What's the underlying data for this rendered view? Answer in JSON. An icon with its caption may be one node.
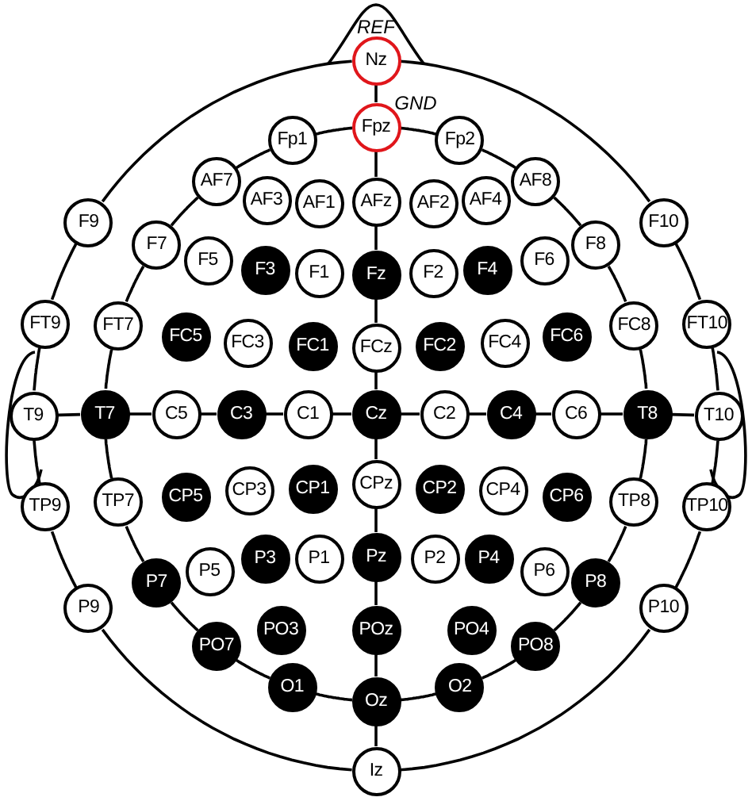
{
  "diagram": {
    "nodes": [
      {
        "text": [
          "Nz"
        ],
        "beside": [
          "REF"
        ]
      },
      {
        "text": [
          "Fpz"
        ],
        "beside": [
          "GND"
        ]
      },
      {
        "text": [
          "Fp1"
        ]
      },
      {
        "text": [
          "Fp2"
        ]
      },
      {
        "text": [
          "AF7"
        ]
      },
      {
        "text": [
          "AF3"
        ]
      },
      {
        "text": [
          "AF1"
        ]
      },
      {
        "text": [
          "AFz"
        ]
      },
      {
        "text": [
          "AF2"
        ]
      },
      {
        "text": [
          "AF4"
        ]
      },
      {
        "text": [
          "AF8"
        ]
      },
      {
        "text": [
          "F9"
        ]
      },
      {
        "text": [
          "F10"
        ]
      },
      {
        "text": [
          "F7"
        ]
      },
      {
        "text": [
          "F5"
        ]
      },
      {
        "text": [
          "F3"
        ]
      },
      {
        "text": [
          "F1"
        ]
      },
      {
        "text": [
          "Fz"
        ]
      },
      {
        "text": [
          "F2"
        ]
      },
      {
        "text": [
          "F4"
        ]
      },
      {
        "text": [
          "F6"
        ]
      },
      {
        "text": [
          "F8"
        ]
      },
      {
        "text": [
          "FT9"
        ]
      },
      {
        "text": [
          "FT7"
        ]
      },
      {
        "text": [
          "FC5"
        ]
      },
      {
        "text": [
          "FC3"
        ]
      },
      {
        "text": [
          "FC1"
        ]
      },
      {
        "text": [
          "FCz"
        ]
      },
      {
        "text": [
          "FC2"
        ]
      },
      {
        "text": [
          "FC4"
        ]
      },
      {
        "text": [
          "FC6"
        ]
      },
      {
        "text": [
          "FC8"
        ]
      },
      {
        "text": [
          "FT10"
        ]
      },
      {
        "text": [
          "T9"
        ]
      },
      {
        "text": [
          "T7"
        ]
      },
      {
        "text": [
          "C5"
        ]
      },
      {
        "text": [
          "C3"
        ]
      },
      {
        "text": [
          "C1"
        ]
      },
      {
        "text": [
          "Cz"
        ]
      },
      {
        "text": [
          "C2"
        ]
      },
      {
        "text": [
          "C4"
        ]
      },
      {
        "text": [
          "C6"
        ]
      },
      {
        "text": [
          "T8"
        ]
      },
      {
        "text": [
          "T10"
        ]
      },
      {
        "text": [
          "TP9"
        ]
      },
      {
        "text": [
          "TP7"
        ]
      },
      {
        "text": [
          "CP5"
        ]
      },
      {
        "text": [
          "CP3"
        ]
      },
      {
        "text": [
          "CP1"
        ]
      },
      {
        "text": [
          "CPz"
        ]
      },
      {
        "text": [
          "CP2"
        ]
      },
      {
        "text": [
          "CP4"
        ]
      },
      {
        "text": [
          "CP6"
        ]
      },
      {
        "text": [
          "TP8"
        ]
      },
      {
        "text": [
          "TP10"
        ]
      },
      {
        "text": [
          "P9"
        ]
      },
      {
        "text": [
          "P7"
        ]
      },
      {
        "text": [
          "P5"
        ]
      },
      {
        "text": [
          "P3"
        ]
      },
      {
        "text": [
          "P1"
        ]
      },
      {
        "text": [
          "Pz"
        ]
      },
      {
        "text": [
          "P2"
        ]
      },
      {
        "text": [
          "P4"
        ]
      },
      {
        "text": [
          "P6"
        ]
      },
      {
        "text": [
          "P8"
        ]
      },
      {
        "text": [
          "P10"
        ]
      },
      {
        "text": [
          "PO7"
        ]
      },
      {
        "text": [
          "PO3"
        ]
      },
      {
        "text": [
          "POz"
        ]
      },
      {
        "text": [
          "PO4"
        ]
      },
      {
        "text": [
          "PO8"
        ]
      },
      {
        "text": [
          "O1"
        ]
      },
      {
        "text": [
          "Oz"
        ]
      },
      {
        "text": [
          "O2"
        ]
      },
      {
        "text": [
          "Iz"
        ]
      }
    ],
    "edges": [
      {
        "from": 0,
        "to": 1,
        "arrow": "none"
      },
      {
        "from": 1,
        "to": 7,
        "arrow": "none"
      },
      {
        "from": 7,
        "to": 17,
        "arrow": "none"
      },
      {
        "from": 17,
        "to": 27,
        "arrow": "none"
      },
      {
        "from": 27,
        "to": 38,
        "arrow": "none"
      },
      {
        "from": 38,
        "to": 49,
        "arrow": "none"
      },
      {
        "from": 49,
        "to": 60,
        "arrow": "none"
      },
      {
        "from": 60,
        "to": 68,
        "arrow": "none"
      },
      {
        "from": 68,
        "to": 72,
        "arrow": "none"
      },
      {
        "from": 72,
        "to": 74,
        "arrow": "none"
      },
      {
        "from": 33,
        "to": 34,
        "arrow": "none"
      },
      {
        "from": 34,
        "to": 35,
        "arrow": "none"
      },
      {
        "from": 35,
        "to": 36,
        "arrow": "none"
      },
      {
        "from": 36,
        "to": 37,
        "arrow": "none"
      },
      {
        "from": 37,
        "to": 38,
        "arrow": "none"
      },
      {
        "from": 38,
        "to": 39,
        "arrow": "none"
      },
      {
        "from": 39,
        "to": 40,
        "arrow": "none"
      },
      {
        "from": 40,
        "to": 41,
        "arrow": "none"
      },
      {
        "from": 41,
        "to": 42,
        "arrow": "none"
      },
      {
        "from": 42,
        "to": 43,
        "arrow": "none"
      },
      {
        "from": 1,
        "to": 2,
        "arrow": "none"
      },
      {
        "from": 2,
        "to": 4,
        "arrow": "none"
      },
      {
        "from": 4,
        "to": 13,
        "arrow": "none"
      },
      {
        "from": 13,
        "to": 23,
        "arrow": "none"
      },
      {
        "from": 23,
        "to": 34,
        "arrow": "none"
      },
      {
        "from": 34,
        "to": 45,
        "arrow": "none"
      },
      {
        "from": 45,
        "to": 56,
        "arrow": "none"
      },
      {
        "from": 56,
        "to": 66,
        "arrow": "none"
      },
      {
        "from": 66,
        "to": 71,
        "arrow": "none"
      },
      {
        "from": 71,
        "to": 72,
        "arrow": "none"
      },
      {
        "from": 1,
        "to": 3,
        "arrow": "none"
      },
      {
        "from": 3,
        "to": 10,
        "arrow": "none"
      },
      {
        "from": 10,
        "to": 21,
        "arrow": "none"
      },
      {
        "from": 21,
        "to": 31,
        "arrow": "none"
      },
      {
        "from": 31,
        "to": 42,
        "arrow": "none"
      },
      {
        "from": 42,
        "to": 53,
        "arrow": "none"
      },
      {
        "from": 53,
        "to": 64,
        "arrow": "none"
      },
      {
        "from": 64,
        "to": 70,
        "arrow": "none"
      },
      {
        "from": 70,
        "to": 73,
        "arrow": "none"
      },
      {
        "from": 73,
        "to": 72,
        "arrow": "none"
      },
      {
        "from": 0,
        "to": 11,
        "arrow": "none"
      },
      {
        "from": 11,
        "to": 22,
        "arrow": "none"
      },
      {
        "from": 22,
        "to": 33,
        "arrow": "none"
      },
      {
        "from": 33,
        "to": 44,
        "arrow": "none"
      },
      {
        "from": 44,
        "to": 55,
        "arrow": "none"
      },
      {
        "from": 55,
        "to": 74,
        "arrow": "none"
      },
      {
        "from": 0,
        "to": 12,
        "arrow": "none"
      },
      {
        "from": 12,
        "to": 32,
        "arrow": "none"
      },
      {
        "from": 32,
        "to": 43,
        "arrow": "none"
      },
      {
        "from": 43,
        "to": 54,
        "arrow": "none"
      },
      {
        "from": 54,
        "to": 65,
        "arrow": "none"
      },
      {
        "from": 65,
        "to": 74,
        "arrow": "none"
      }
    ]
  }
}
